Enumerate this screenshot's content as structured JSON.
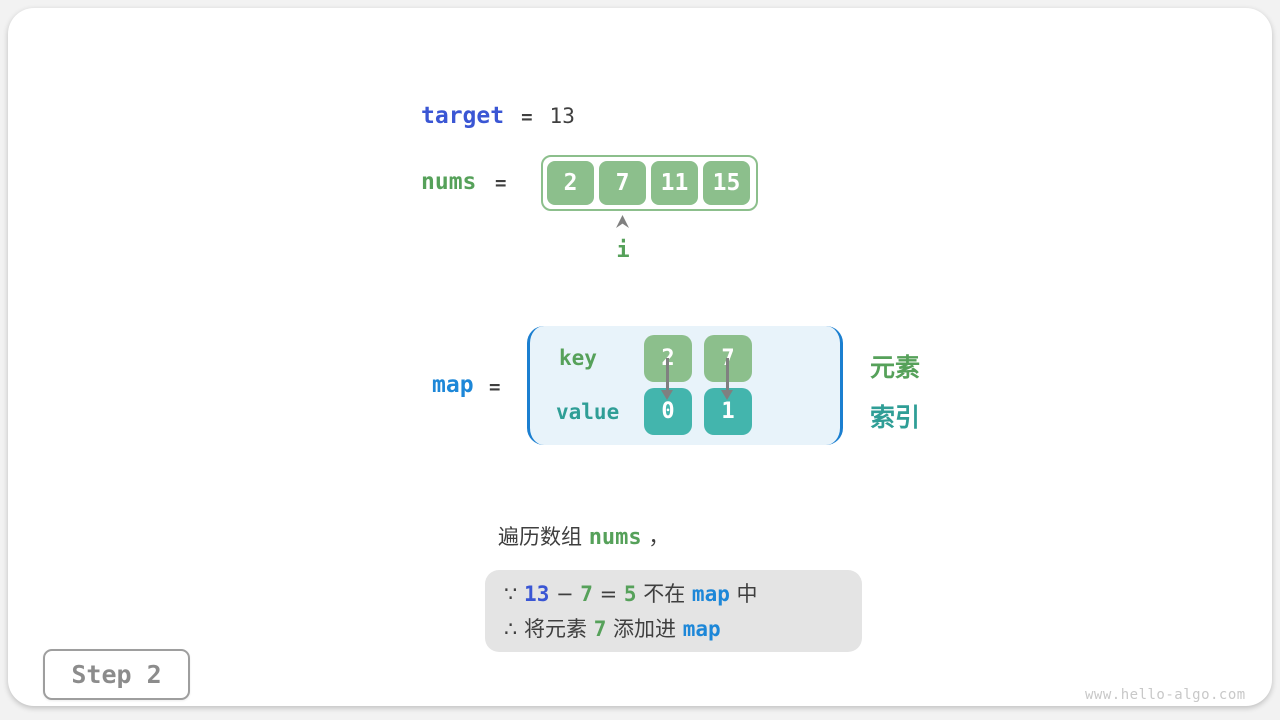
{
  "colors": {
    "green-box": "#8cbf8c",
    "green-text": "#56a15a",
    "teal-box": "#43b5ad",
    "teal-text": "#2f9e96",
    "blue-royal": "#3a56d4",
    "blue-bright": "#1d87d8",
    "dark-text": "#3f3f3f",
    "arrow-gray": "#808080",
    "map-bg": "#e8f3fa",
    "map-bracket": "#1b7fd0",
    "note-bg": "#e4e4e4",
    "step-text": "#8c8c8c",
    "step-border": "#9e9e9e",
    "watermark": "#c8c8c8"
  },
  "target_row": {
    "name": "target",
    "eq": "=",
    "value": "13"
  },
  "nums_row": {
    "name": "nums",
    "eq": "=",
    "cells": [
      {
        "v": "2"
      },
      {
        "v": "7"
      },
      {
        "v": "11"
      },
      {
        "v": "15"
      }
    ],
    "pointer": {
      "label": "i",
      "index": 1
    }
  },
  "map_row": {
    "name": "map",
    "eq": "=",
    "key_label": "key",
    "value_label": "value",
    "entries": [
      {
        "key": "2",
        "value": "0"
      },
      {
        "key": "7",
        "value": "1"
      }
    ],
    "side_labels": {
      "element": "元素",
      "index": "索引"
    }
  },
  "caption": {
    "segments": [
      {
        "t": "遍历数组 "
      },
      {
        "t": "nums"
      },
      {
        "t": " ，"
      }
    ]
  },
  "note": {
    "line1": {
      "segments": [
        {
          "t": "∵ "
        },
        {
          "t": "13"
        },
        {
          "t": " − "
        },
        {
          "t": "7"
        },
        {
          "t": " = "
        },
        {
          "t": "5"
        },
        {
          "t": " 不在 "
        },
        {
          "t": "map"
        },
        {
          "t": " 中"
        }
      ]
    },
    "line2": {
      "segments": [
        {
          "t": "∴ 将元素 "
        },
        {
          "t": "7"
        },
        {
          "t": " 添加进 "
        },
        {
          "t": "map"
        }
      ]
    }
  },
  "step_badge": {
    "label": "Step 2"
  },
  "watermark": "www.hello-algo.com"
}
